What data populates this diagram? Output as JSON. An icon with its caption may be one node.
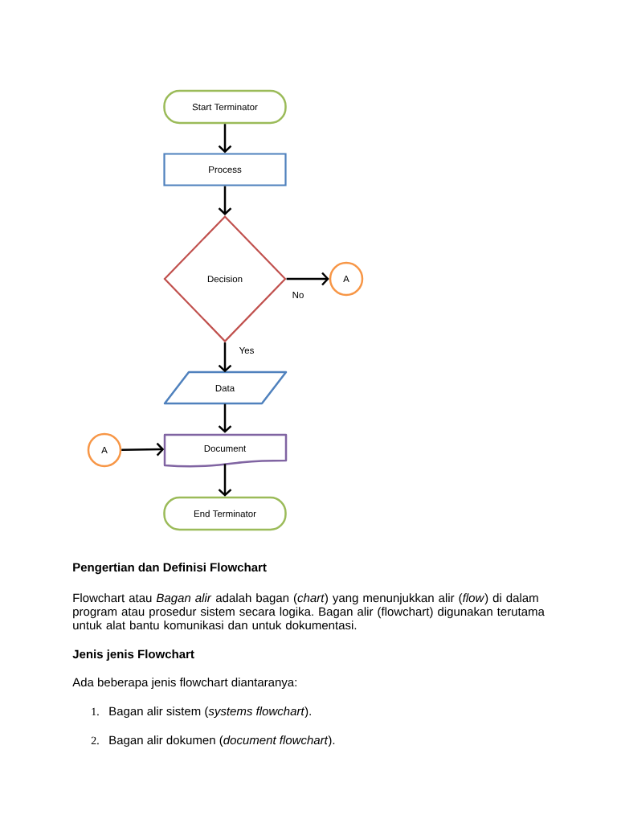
{
  "diagram": {
    "nodes": [
      {
        "text": [
          "Start Terminator"
        ]
      },
      {
        "text": [
          "Process"
        ]
      },
      {
        "text": [
          "Decision"
        ]
      },
      {
        "text": [
          "A"
        ]
      },
      {
        "text": [
          "Data"
        ]
      },
      {
        "text": [
          "A"
        ]
      },
      {
        "text": [
          "Document"
        ]
      },
      {
        "text": [
          "End Terminator"
        ]
      }
    ],
    "edges": [
      {
        "from": 0,
        "to": 1,
        "arrow": "to"
      },
      {
        "from": 1,
        "to": 2,
        "arrow": "to"
      },
      {
        "from": 2,
        "to": 3,
        "arrow": "to",
        "label": "No"
      },
      {
        "from": 2,
        "to": 4,
        "arrow": "to",
        "label": "Yes"
      },
      {
        "from": 4,
        "to": 6,
        "arrow": "to"
      },
      {
        "from": 5,
        "to": 6,
        "arrow": "to"
      },
      {
        "from": 6,
        "to": 7,
        "arrow": "to"
      }
    ],
    "labels": [
      "Pengertian dan Definisi Flowchart",
      "Flowchart atau *Bagan alir* adalah bagan (*chart*) yang menunjukkan alir (*flow*) di dalam program atau prosedur sistem secara logika. Bagan alir (flowchart) digunakan terutama untuk alat bantu komunikasi dan untuk dokumentasi.",
      "Jenis jenis Flowchart",
      "Ada beberapa jenis flowchart diantaranya:",
      "1.",
      "Bagan alir sistem (*systems flowchart*).",
      "2.",
      "Bagan alir dokumen (*document flowchart*)."
    ]
  }
}
